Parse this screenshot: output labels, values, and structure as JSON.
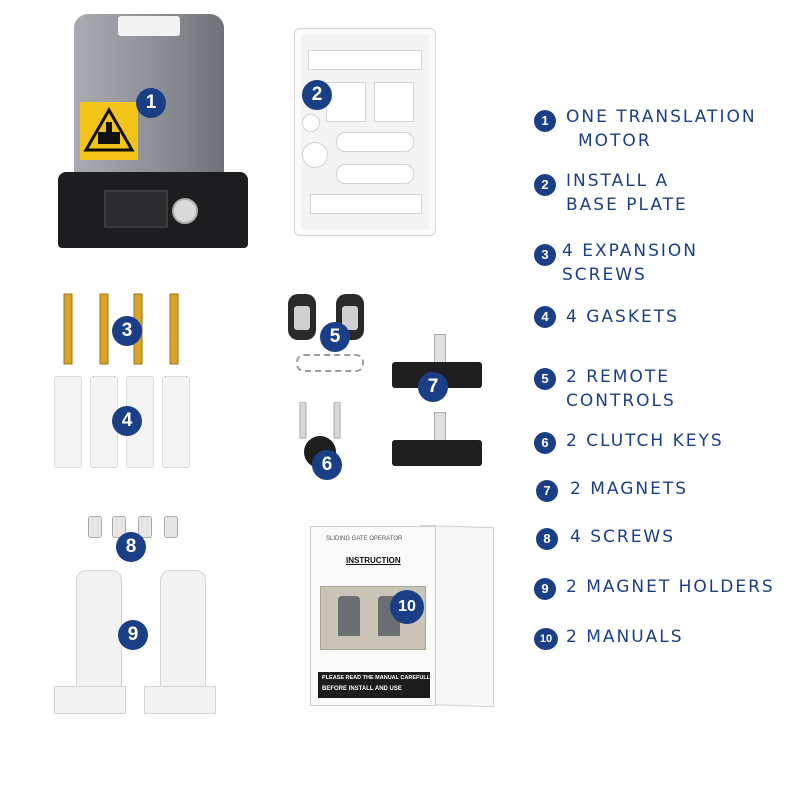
{
  "items": [
    {
      "number": "1",
      "line1": "ONE TRANSLATION",
      "line2": "MOTOR"
    },
    {
      "number": "2",
      "line1": "INSTALL A",
      "line2": "BASE PLATE"
    },
    {
      "number": "3",
      "line1": "4 EXPANSION",
      "line2": "SCREWS"
    },
    {
      "number": "4",
      "line1": "4 GASKETS",
      "line2": ""
    },
    {
      "number": "5",
      "line1": "2 REMOTE",
      "line2": "CONTROLS"
    },
    {
      "number": "6",
      "line1": "2 CLUTCH KEYS",
      "line2": ""
    },
    {
      "number": "7",
      "line1": "2 MAGNETS",
      "line2": ""
    },
    {
      "number": "8",
      "line1": "4 SCREWS",
      "line2": ""
    },
    {
      "number": "9",
      "line1": "2 MAGNET HOLDERS",
      "line2": ""
    },
    {
      "number": "10",
      "line1": "2 MANUALS",
      "line2": ""
    }
  ],
  "manual": {
    "header": "SLIDING GATE OPERATOR",
    "title": "INSTRUCTION",
    "footer_line1": "PLEASE READ THE MANUAL CAREFULLY",
    "footer_line2": "BEFORE INSTALL AND USE"
  },
  "colors": {
    "badge": "#1b3f86",
    "label_text": "#1b3f86",
    "motor_gray": "#8e9296",
    "warning_yellow": "#f2c318"
  }
}
